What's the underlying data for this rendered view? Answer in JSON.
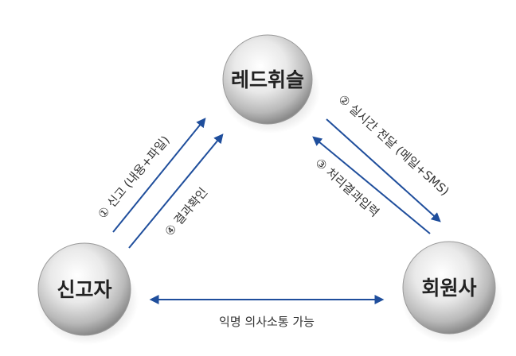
{
  "nodes": {
    "top": "레드휘슬",
    "left": "신고자",
    "right": "회원사"
  },
  "edges": {
    "report": "① 신고 (내용+파일)",
    "check_result": "④ 결과확인",
    "realtime_delivery": "② 실시간 전달 (메일+SMS)",
    "result_input": "③ 처리결과입력",
    "anonymous_communication": "익명 의사소통 가능"
  },
  "colors": {
    "arrow": "#1f4e9c",
    "node_highlight": "#ffffff",
    "node_shadow": "#8a8a8a"
  }
}
